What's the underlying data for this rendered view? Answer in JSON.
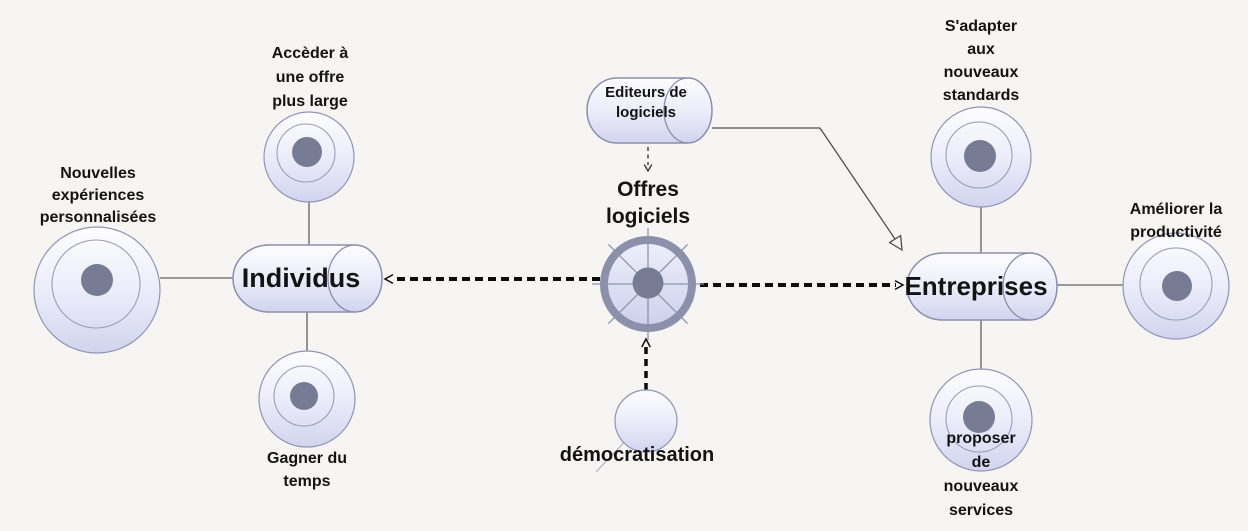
{
  "canvas": {
    "background": "#f6f5f3"
  },
  "colors": {
    "node_fill_top": "#fdfdff",
    "node_fill_bottom": "#d2d4ef",
    "node_border": "#8b8eae",
    "hub_dot": "#787b94",
    "wheel_rim": "#8c90aa",
    "text": "#131313",
    "arrow": "#0d0d0d"
  },
  "nodes": {
    "individus": {
      "label": "Individus"
    },
    "entreprises": {
      "label": "Entreprises"
    },
    "editeurs_de_logiciels": {
      "lines": [
        "Editeurs de",
        "logiciels"
      ]
    },
    "offres_logiciels": {
      "lines": [
        "Offres",
        "logiciels"
      ]
    },
    "democratisation": {
      "label": "démocratisation"
    },
    "acceder_offre": {
      "lines": [
        "Accèder à",
        "une offre",
        "plus large"
      ]
    },
    "nouvelles_experiences": {
      "lines": [
        "Nouvelles",
        "expériences",
        "personnalisées"
      ]
    },
    "gagner_du_temps": {
      "lines": [
        "Gagner du",
        "temps"
      ]
    },
    "sadapter_standards": {
      "lines": [
        "S'adapter",
        "aux",
        "nouveaux",
        "standards"
      ]
    },
    "ameliorer_productivite": {
      "lines": [
        "Améliorer la",
        "productivité"
      ]
    },
    "proposer_services": {
      "lines": [
        "proposer",
        "de",
        "nouveaux",
        "services"
      ]
    }
  }
}
